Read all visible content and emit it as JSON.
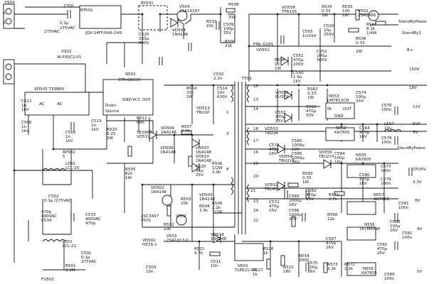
{
  "top": {
    "xs04": [
      "XS04",
      "1",
      "2",
      "275VAC"
    ],
    "c501": [
      "C501",
      "0.1μ",
      "275VAC"
    ],
    "f501": "RT501",
    "relay": [
      "RY501",
      "JQX-14FF/049-1HS"
    ],
    "v504": [
      "V504",
      "2SA1015Y"
    ],
    "vd504": [
      "VD504",
      "1N4148"
    ],
    "r510": [
      "R510",
      "22k"
    ],
    "r508": [
      "R508",
      "33k"
    ],
    "c509": [
      "C509",
      "100μ",
      "25V"
    ]
  },
  "right_top": {
    "vd558": [
      "VD558",
      "TFR155"
    ],
    "r534": [
      "R534",
      "0.33",
      "1W"
    ],
    "r535": [
      "R535",
      "100",
      "1W"
    ],
    "v502": [
      "V502",
      "2SA1666"
    ],
    "r537": [
      "R537",
      "8.2k",
      "1/4W"
    ],
    "standby1": "StandByPower",
    "standby2": "StandBy1",
    "c555": [
      "C555",
      "1n/1kV"
    ],
    "c520": [
      "C520",
      "10μ",
      "250V"
    ],
    "r536": [
      "R536",
      "0.33",
      "2W"
    ],
    "bplus": "B+",
    "fml": [
      "FML-G16S",
      "VD551"
    ],
    "r528": [
      "R528",
      "12",
      "1W"
    ],
    "c551": [
      "C551",
      "470μ",
      "200V"
    ],
    "c550": [
      "C550",
      "1.5n",
      "1kV"
    ],
    "c552": [
      "C552",
      "100μ",
      "500V"
    ],
    "v150": "150V"
  },
  "left": {
    "xs02": [
      "XS02",
      "W-P30C2-01"
    ],
    "vd505": "VD505 T3SB60",
    "ac": [
      "AC",
      "AC"
    ],
    "c512": [
      "C512",
      "1n",
      "1kV"
    ],
    "c506": [
      "C506",
      "1n",
      "1kV"
    ],
    "c505": [
      "C505",
      "1n",
      "1kV"
    ],
    "c513": [
      "C513",
      "1n",
      "1kV"
    ],
    "rp502": [
      "RP502",
      "5"
    ],
    "l502": [
      "L502",
      "LCL-20"
    ],
    "c502": [
      "C502",
      "0.1μ /275VAC"
    ],
    "c533": [
      "C533",
      "400VAC",
      "470p"
    ],
    "c534": [
      "470p",
      "400VAC",
      "C534"
    ],
    "l501": [
      "L501",
      "LCL-21"
    ],
    "c501b": [
      "C501",
      "0.1μ",
      "275VAC"
    ],
    "r501": [
      "R501",
      "2.2M"
    ],
    "fu501": "FU501"
  },
  "mid": {
    "c525": [
      "C525",
      "330μ",
      "400V"
    ],
    "n502": [
      "N502",
      "STR-G8656"
    ],
    "pins": [
      "Drain",
      "Source",
      "GND",
      "VCC",
      "OCP"
    ],
    "r512": [
      "R512",
      "680"
    ],
    "r520": [
      "R520",
      "0.25",
      "1W"
    ],
    "vd519": [
      "SE2900",
      "VD519"
    ],
    "c532": [
      "C532",
      "2.2n"
    ],
    "r509": [
      "R509",
      "22k"
    ],
    "vd509": [
      "VD509",
      "1N4148"
    ],
    "r514": [
      "R514",
      "33k",
      "2W"
    ],
    "c514": [
      "C514",
      "10n",
      "630V"
    ],
    "vd513": [
      "VD513",
      "TRU1P"
    ],
    "r507": [
      "R507",
      "2.2k"
    ],
    "vd506": [
      "VD506",
      "1N4148"
    ],
    "vd507": [
      "VD507",
      "1N4148"
    ],
    "vd510": [
      "VD510",
      "1N4148"
    ],
    "c510": [
      "C510",
      "47μ",
      "25V"
    ],
    "r505": [
      "R505",
      "82k",
      "1W"
    ],
    "r506": [
      "R506",
      "1/2W",
      "3.9k"
    ],
    "vd501": [
      "VD501",
      "1N4148"
    ],
    "r503": [
      "R503",
      "10k"
    ],
    "vd503": [
      "VD503",
      "1N4148"
    ],
    "r504": [
      "R504",
      "3.3k"
    ],
    "r506b": [
      "R506",
      "2.2k",
      "1/2W"
    ],
    "q2sc": [
      "2SC3497",
      "V501"
    ],
    "v502b": "V502",
    "r502": [
      "R502",
      "10k"
    ],
    "vd502": [
      "VD502",
      "HZ16-1"
    ],
    "v503": [
      "V503",
      "2SA1013-0"
    ],
    "vd514": [
      "VD514",
      "1N4148"
    ],
    "r511": [
      "R511",
      "4.7k"
    ],
    "c511": [
      "C511",
      "10n"
    ],
    "c503": [
      "C503",
      "10n"
    ],
    "n501": [
      "N501",
      "TLP621-GR"
    ]
  },
  "trans": {
    "name": "T551",
    "pins": [
      "15",
      "13",
      "14",
      "1",
      "3",
      "8",
      "18",
      "17",
      "16",
      "19",
      "20",
      "21",
      "23",
      "24",
      "22"
    ]
  },
  "right_mid": {
    "v18": "18V",
    "vd555": [
      "VD555",
      "RU3YX"
    ],
    "rs82": [
      "RS82",
      "0.33",
      "1W"
    ],
    "c562": [
      "C562",
      "470μ",
      "50V"
    ],
    "c553": [
      "C553",
      "470μ",
      "25V"
    ],
    "n553": [
      "N553",
      "LM7812CN"
    ],
    "inout": [
      "IN",
      "OUT",
      "GND"
    ],
    "c574": [
      "C574",
      "100μ",
      "25V"
    ],
    "c576": [
      "C576",
      "100n"
    ],
    "v12": "12V",
    "vd553": [
      "VD553",
      "TRU3A"
    ],
    "n552": [
      "N552",
      "KA7805"
    ],
    "c564": [
      "C564",
      "470μ",
      "16V"
    ],
    "c578": [
      "C578",
      "100n"
    ],
    "c560": [
      "C560",
      "1000μ",
      "10V"
    ],
    "l504": [
      "L504",
      "10μ"
    ],
    "v5va": "5VA",
    "v5v": "5V",
    "c573": [
      "C573",
      "470μ",
      "16V"
    ],
    "c585": [
      "C585",
      "1000μ",
      "16V"
    ],
    "standby3": "StandByPower",
    "vd554": [
      "VD554",
      "TRU2YX"
    ],
    "vd556": [
      "VD556",
      "TEU2YX"
    ],
    "c584": [
      "C584",
      "100μ",
      "16V"
    ],
    "n555": [
      "N555",
      "KA7805"
    ],
    "c577": [
      "C577",
      "100n"
    ],
    "cpu5v": "CPU5V",
    "c580": [
      "C580",
      "470μ",
      "16V"
    ],
    "c579": [
      "C579",
      "100n"
    ],
    "v3_3": "3.3V",
    "vd552": [
      "VD552",
      "TRU4YX"
    ],
    "c572": [
      "C572",
      "470μ",
      "25V"
    ],
    "r583": [
      "R583",
      "0.33",
      "1W"
    ],
    "c565": [
      "C565",
      "1000μ",
      "16V"
    ],
    "c566": [
      "C566",
      "1000μ",
      "16V"
    ],
    "c582": [
      "C582",
      "470μ",
      "16V"
    ]
  },
  "bottom_right": {
    "r571": [
      "R571",
      "2.7k"
    ],
    "n557": [
      "N557",
      "AN7808"
    ],
    "c581": [
      "C581",
      "100n"
    ],
    "v8": "8V",
    "r566": [
      "R566",
      "12k"
    ],
    "n556": [
      "N556",
      "TA78M09P"
    ],
    "c567": [
      "C567",
      "470μ",
      "16V"
    ],
    "c568": [
      "C568",
      "100μ",
      "16V"
    ],
    "c581b": [
      "C581",
      "100n"
    ],
    "v9": "9V",
    "c581c": [
      "C561",
      "470μ",
      "25V"
    ],
    "r526": [
      "R526",
      "1k"
    ],
    "r527": [
      "R527",
      "1k"
    ],
    "r522": [
      "R522",
      "180"
    ],
    "n554": [
      "N554",
      "2000"
    ],
    "c570": [
      "C570",
      "100μ",
      "16V"
    ],
    "r573": [
      "R573",
      "2.2k"
    ],
    "r572": [
      "R572",
      "2.2k"
    ],
    "n558": [
      "N558",
      "KA7805"
    ],
    "c580b": [
      "C589",
      "100n"
    ],
    "v5b": "5V"
  }
}
